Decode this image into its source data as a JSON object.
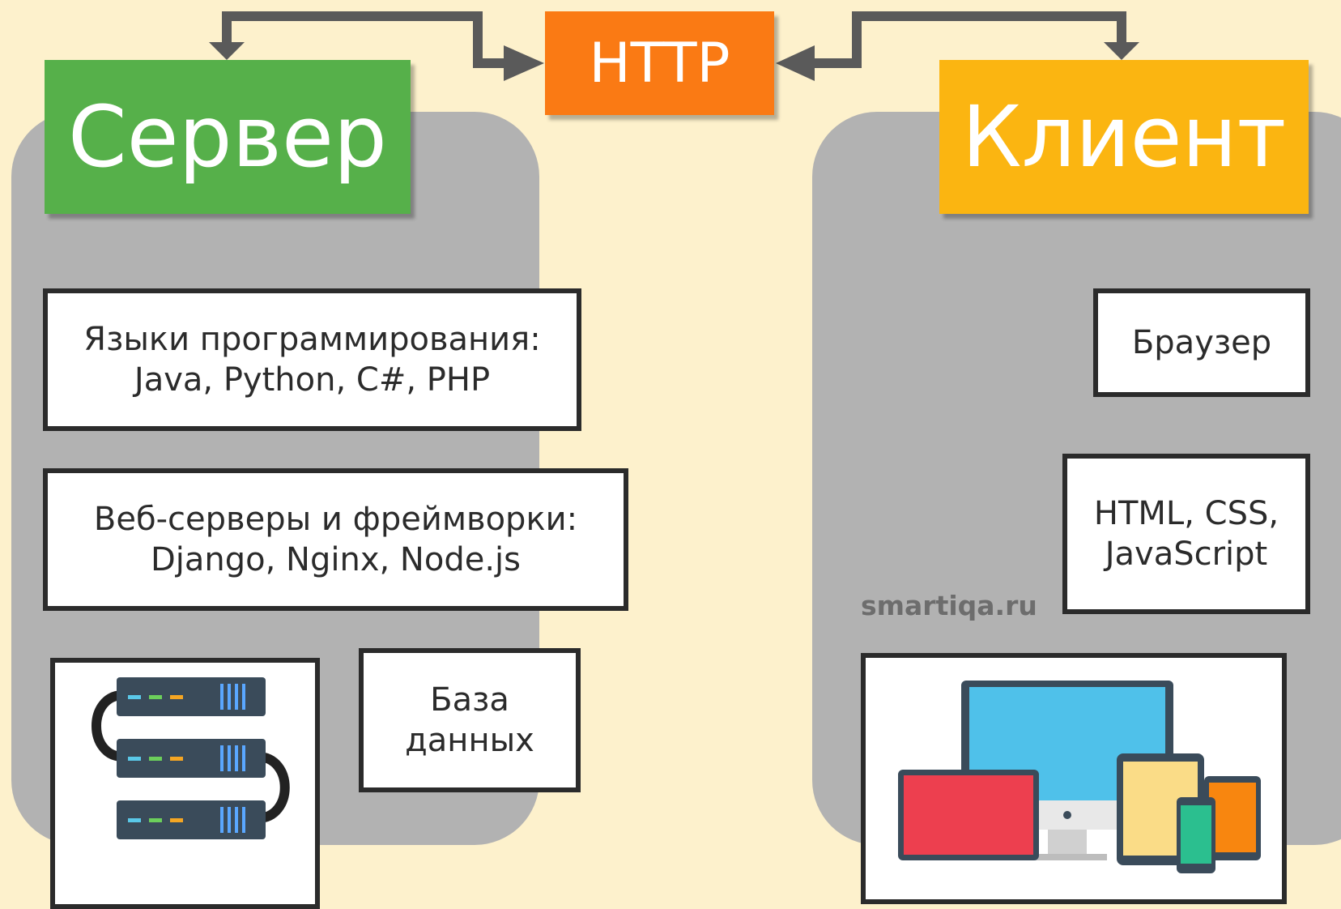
{
  "http": {
    "label": "HTTP"
  },
  "server": {
    "title": "Сервер",
    "languages": {
      "line1": "Языки программирования:",
      "line2": "Java, Python, C#, PHP"
    },
    "frameworks": {
      "line1": "Веб-серверы и фреймворки:",
      "line2": "Django, Nginx, Node.js"
    },
    "database": {
      "line1": "База",
      "line2": "данных"
    },
    "illustration_icon": "server-rack-icon"
  },
  "client": {
    "title": "Клиент",
    "browser": "Браузер",
    "technologies": {
      "line1": "HTML, CSS,",
      "line2": "JavaScript"
    },
    "illustration_icon": "devices-icon"
  },
  "watermark": "smartiqa.ru",
  "colors": {
    "background": "#fdf1cc",
    "panel": "#b2b2b2",
    "server": "#56b04a",
    "client": "#fbb511",
    "http": "#fa7a14",
    "border": "#2b2b2b"
  }
}
